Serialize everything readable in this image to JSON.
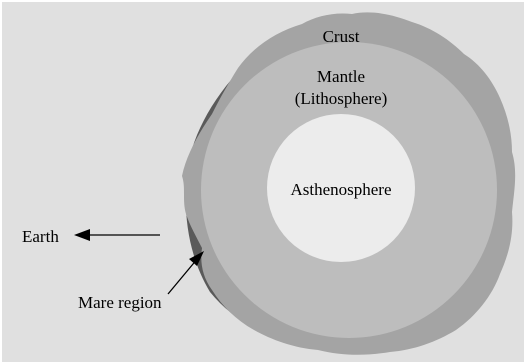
{
  "labels": {
    "crust": "Crust",
    "mantle_line1": "Mantle",
    "mantle_line2": "(Lithosphere)",
    "asthenosphere": "Asthenosphere",
    "earth": "Earth",
    "mare_region": "Mare region"
  },
  "colors": {
    "background": "#e0e0e0",
    "crust": "#a4a4a4",
    "mare": "#5a5a5a",
    "mantle": "#bdbdbd",
    "asthenosphere": "#ececec",
    "text": "#000000"
  }
}
